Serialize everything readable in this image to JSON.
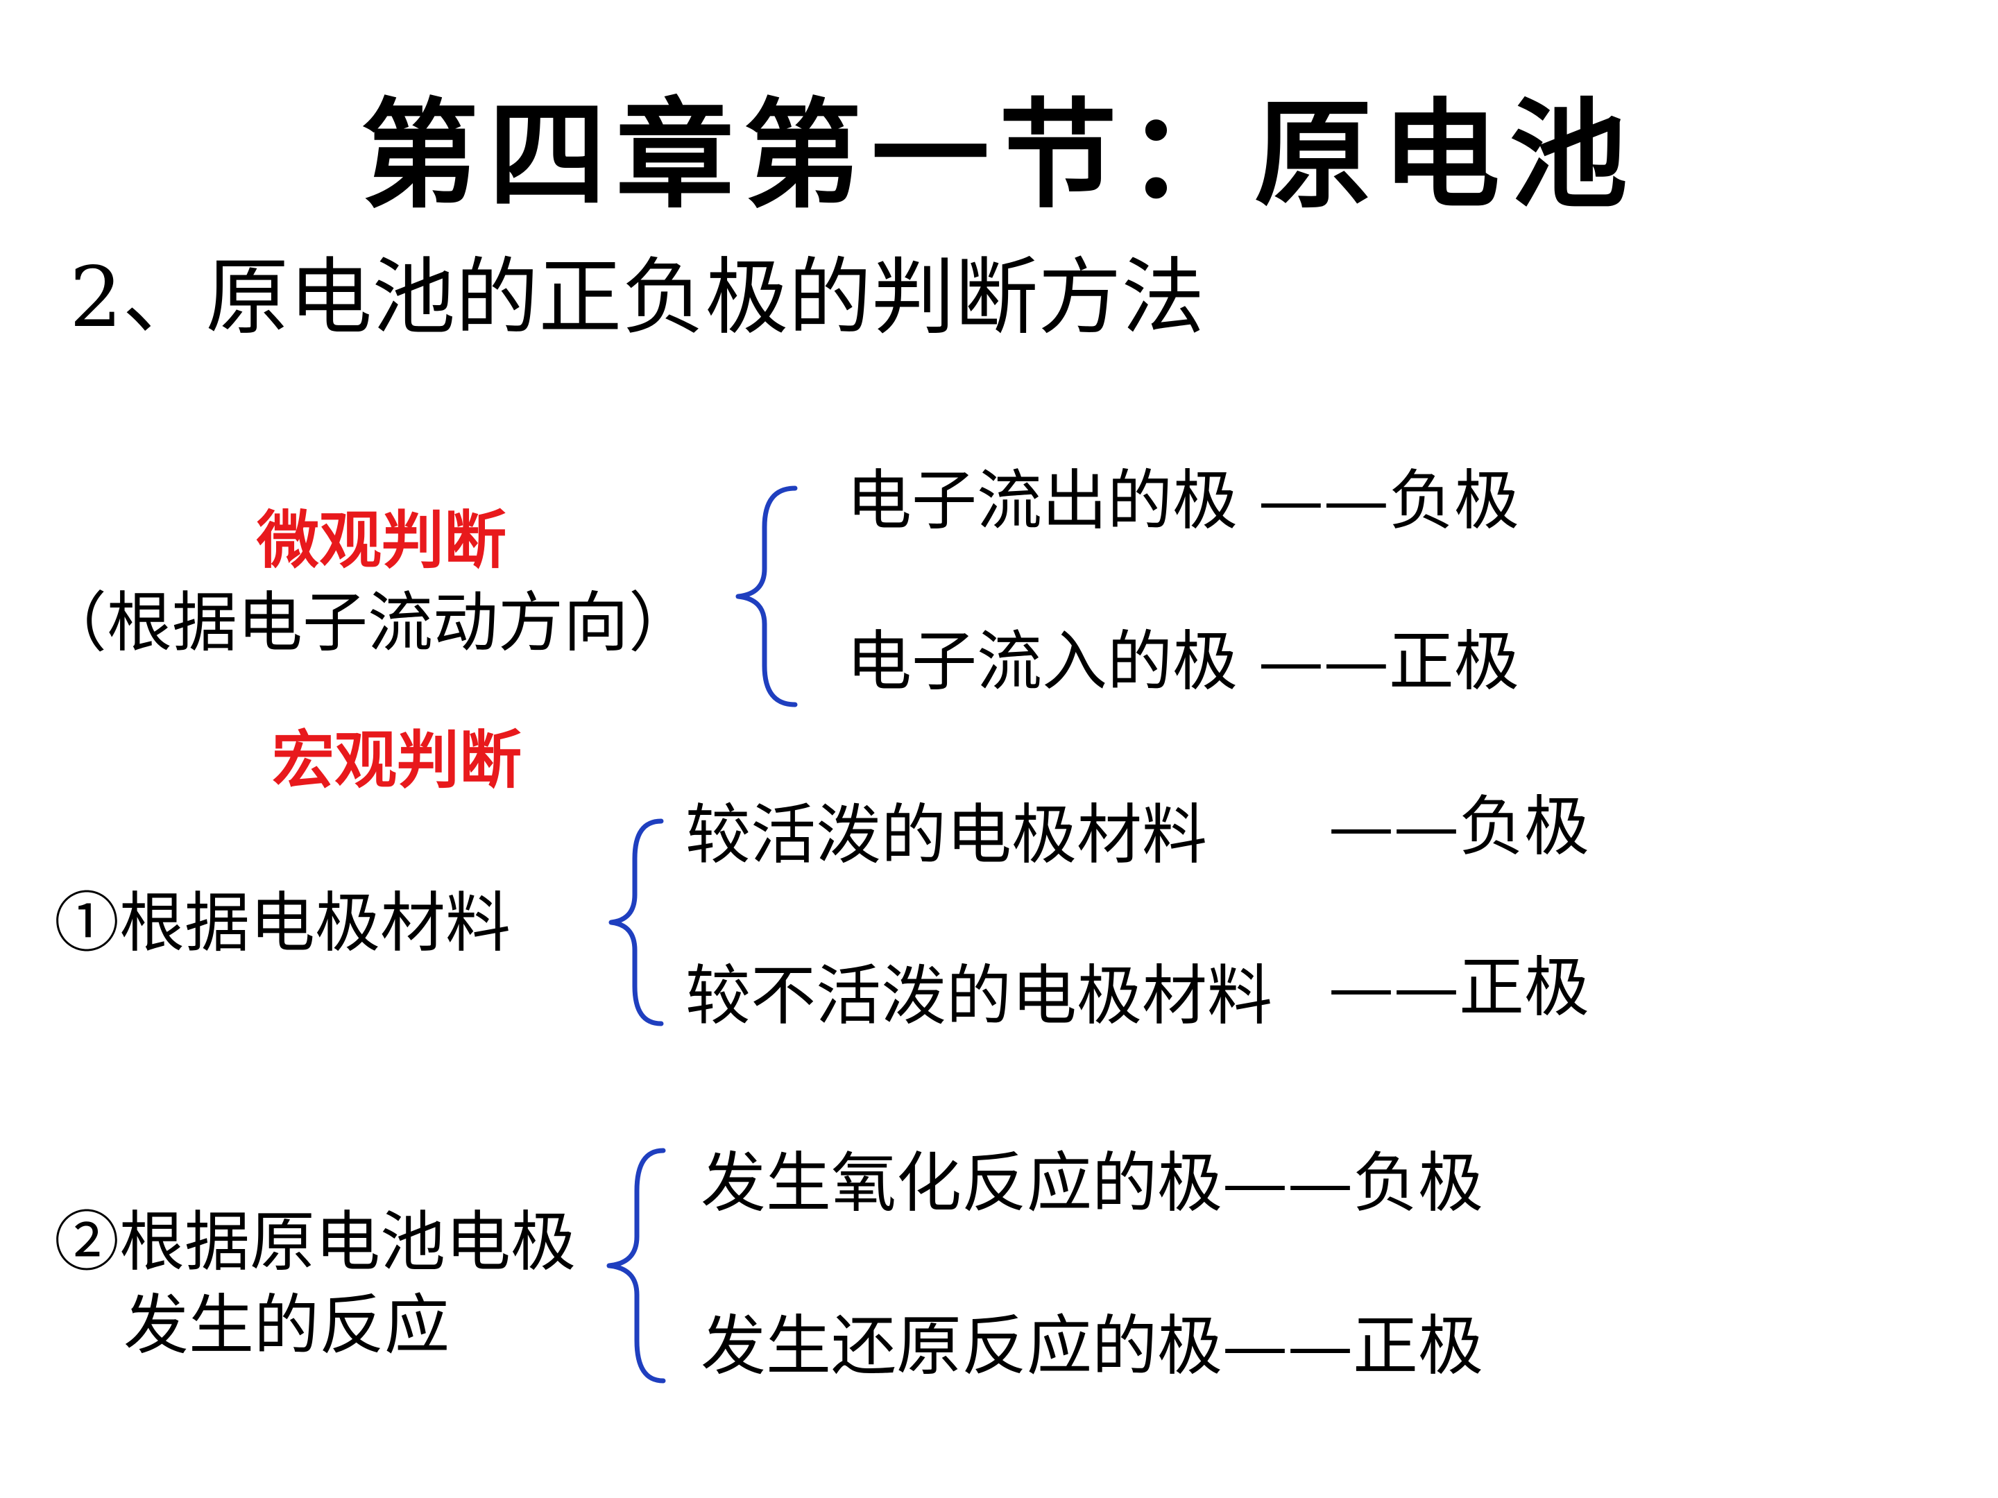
{
  "title": "第四章第一节：原电池",
  "subtitle": "2、原电池的正负极的判断方法",
  "micro": {
    "heading": "微观判断",
    "basis": "（根据电子流动方向）",
    "line1": "电子流出的极  ——负极",
    "line2": "电子流入的极  ——正极"
  },
  "macro": {
    "heading": "宏观判断"
  },
  "method1": {
    "label": "①根据电极材料",
    "item1": "较活泼的电极材料",
    "result1": "——负极",
    "item2": "较不活泼的电极材料",
    "result2": "——正极"
  },
  "method2": {
    "label_line1": "②根据原电池电极",
    "label_line2": "发生的反应",
    "line1": "发生氧化反应的极——负极",
    "line2": "发生还原反应的极——正极"
  },
  "colors": {
    "heading_red": "#e8191c",
    "brace_blue": "#1f3fbf"
  }
}
